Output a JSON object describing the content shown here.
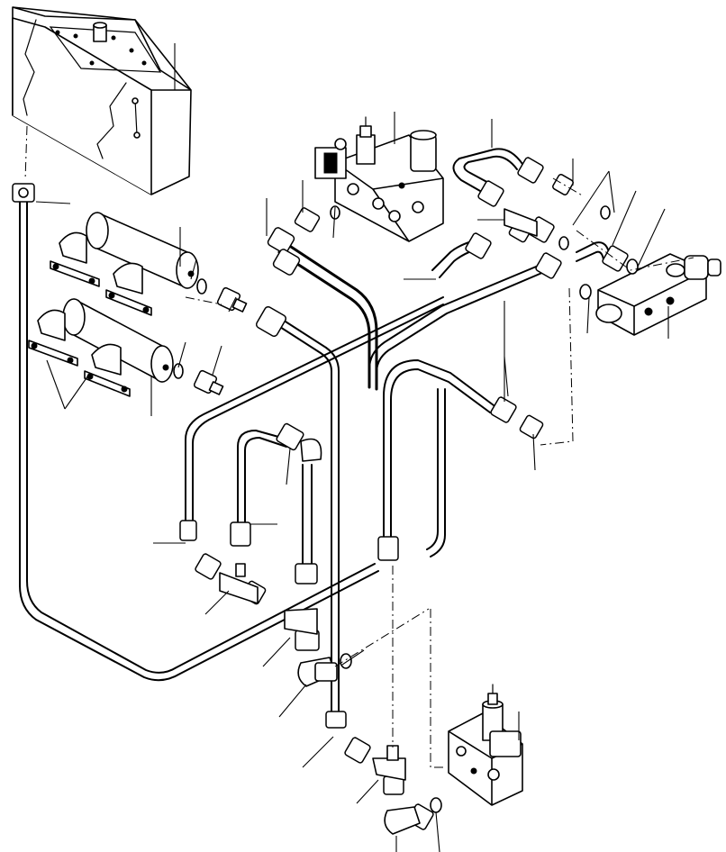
{
  "diagram": {
    "background": "#ffffff",
    "line_color": "#000000",
    "components": [
      "hydraulic-tank",
      "accumulator-upper",
      "accumulator-lower",
      "valve-block-top",
      "valve-block-bottom",
      "rotary-valve",
      "hoses",
      "fittings",
      "o-rings",
      "leader-lines"
    ]
  }
}
